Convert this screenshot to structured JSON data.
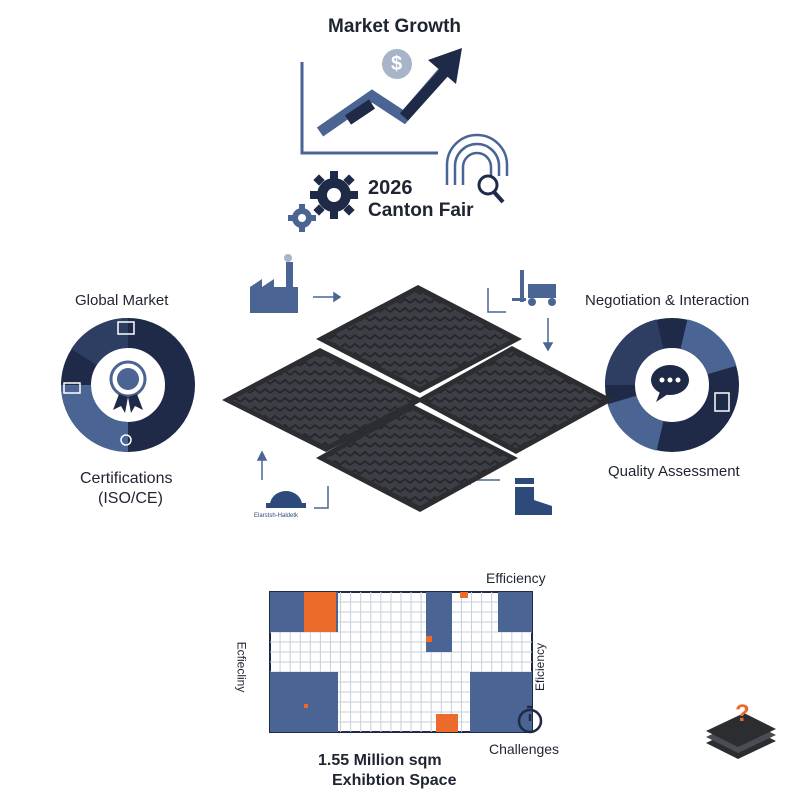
{
  "colors": {
    "navy": "#1e2a47",
    "blue": "#4a6593",
    "orange": "#ec6b2c",
    "tile": "#3c3f45",
    "grid": "#c7cfdb"
  },
  "top": {
    "title": "Market Growth",
    "currency_symbol": "$",
    "event_year": "2026",
    "event_name": "Canton Fair",
    "icons": [
      "growth-chart-icon",
      "dollar-coin-icon",
      "gears-icon",
      "magnet-search-icon"
    ]
  },
  "left": {
    "top_label": "Global Market",
    "bottom_label_line1": "Certifications",
    "bottom_label_line2": "(ISO/CE)",
    "icons": [
      "certificate-icon",
      "truck-icon",
      "brain-medal-icon",
      "person-badge-icon"
    ]
  },
  "right": {
    "top_label": "Negotiation & Interaction",
    "bottom_label": "Quality Assessment",
    "icons": [
      "chat-bubble-icon",
      "checklist-icon"
    ]
  },
  "center": {
    "product": "rubber-floor-tiles",
    "tile_count": 4,
    "helmet_caption": "Elarstsh-Haldetk",
    "icons": [
      "factory-icon",
      "forklift-icon",
      "hardhat-icon",
      "safety-boot-icon"
    ]
  },
  "bottom": {
    "label_top_right": "Efficiency",
    "label_left_vertical": "Ecfiecliny",
    "label_right_vertical": "Eficiency",
    "label_bottom_right": "Challenges",
    "caption_line1": "1.55 Million sqm",
    "caption_line2": "Exhibtion Space",
    "icons": [
      "stopwatch-icon",
      "question-stack-icon"
    ]
  }
}
